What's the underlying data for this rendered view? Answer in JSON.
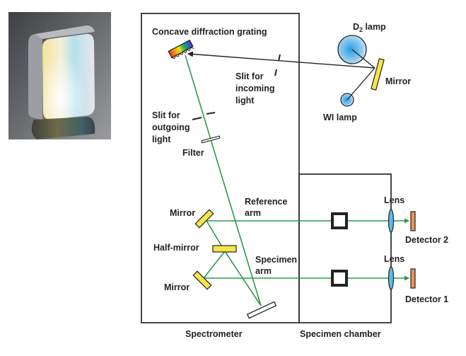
{
  "photo": {
    "subject": "Concave diffraction grating (photograph)",
    "colors": {
      "background_dark": "#4a4c50",
      "background_light": "#8a8c90",
      "face_yellow": "#f2e6a2",
      "face_blue": "#a8d6e8",
      "face_white": "#eef0f2"
    }
  },
  "diagram": {
    "colors": {
      "beam": "#2e9a48",
      "outline": "#222222",
      "mirror_fill": "#f3e54a",
      "lamp_fill": "#4fb2e8",
      "lens_fill": "#5bbbe6",
      "detector_fill": "#e9955a"
    },
    "labels": {
      "grating": "Concave diffraction grating",
      "d2_lamp_main": "D",
      "d2_lamp_sub": "2",
      "d2_lamp_rest": " lamp",
      "mirror_source": "Mirror",
      "wi_lamp": "WI lamp",
      "slit_in_1": "Slit for",
      "slit_in_2": "incoming",
      "slit_in_3": "light",
      "slit_out_1": "Slit for",
      "slit_out_2": "outgoing",
      "slit_out_3": "light",
      "filter": "Filter",
      "reference_arm_1": "Reference",
      "reference_arm_2": "arm",
      "mirror_upper": "Mirror",
      "half_mirror": "Half-mirror",
      "specimen_arm_1": "Specimen",
      "specimen_arm_2": "arm",
      "mirror_lower": "Mirror",
      "lens_upper": "Lens",
      "lens_lower": "Lens",
      "detector_2": "Detector 2",
      "detector_1": "Detector 1",
      "spectrometer": "Spectrometer",
      "specimen_chamber": "Specimen chamber"
    }
  }
}
